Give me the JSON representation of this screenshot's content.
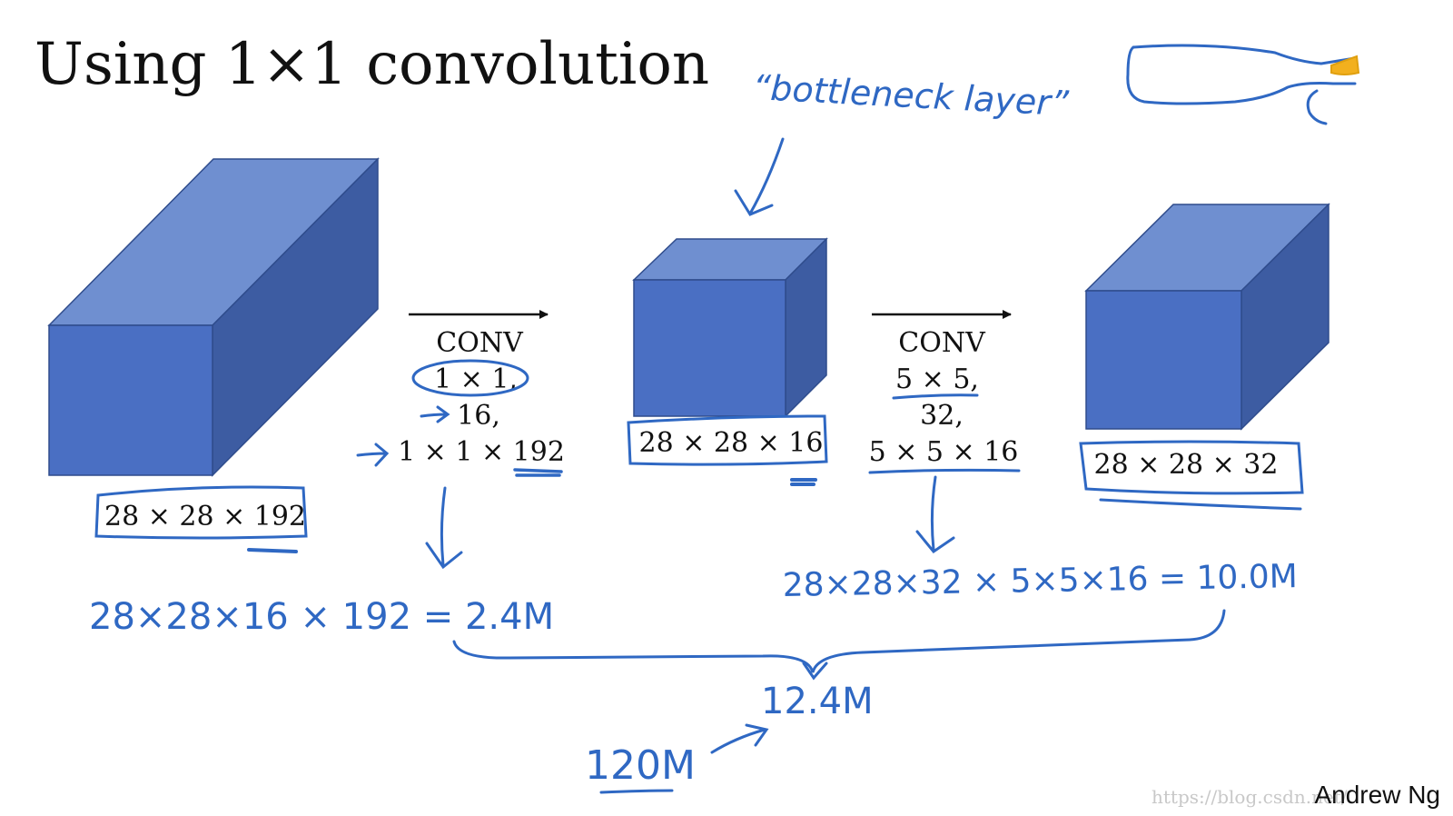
{
  "title": "Using 1×1 convolution",
  "author": "Andrew Ng",
  "watermark": "https://blog.csdn.net/",
  "colors": {
    "cube_front": "#4a6fc3",
    "cube_top": "#6f8fd0",
    "cube_side": "#3d5ca2",
    "cube_edge": "#2f4c8c",
    "ink": "#2f68c3",
    "highlight": "#f2b01e",
    "text": "#111111"
  },
  "volumes": [
    {
      "id": "input",
      "label": "28 × 28 × 192"
    },
    {
      "id": "bottleneck",
      "label": "28 × 28 × 16"
    },
    {
      "id": "output",
      "label": "28 × 28 × 32"
    }
  ],
  "conv1": {
    "title": "CONV",
    "line1": "1 × 1,",
    "line2": "16,",
    "line3": "1 × 1 × 192"
  },
  "conv2": {
    "title": "CONV",
    "line1": "5 × 5,",
    "line2": "32,",
    "line3": "5 × 5 × 16"
  },
  "annotations": {
    "bottleneck_label": "“bottleneck layer”",
    "calc1": "28×28×16 × 192 = 2.4M",
    "calc2": "28×28×32 × 5×5×16 = 10.0M",
    "total": "12.4M",
    "compare": "120M"
  }
}
